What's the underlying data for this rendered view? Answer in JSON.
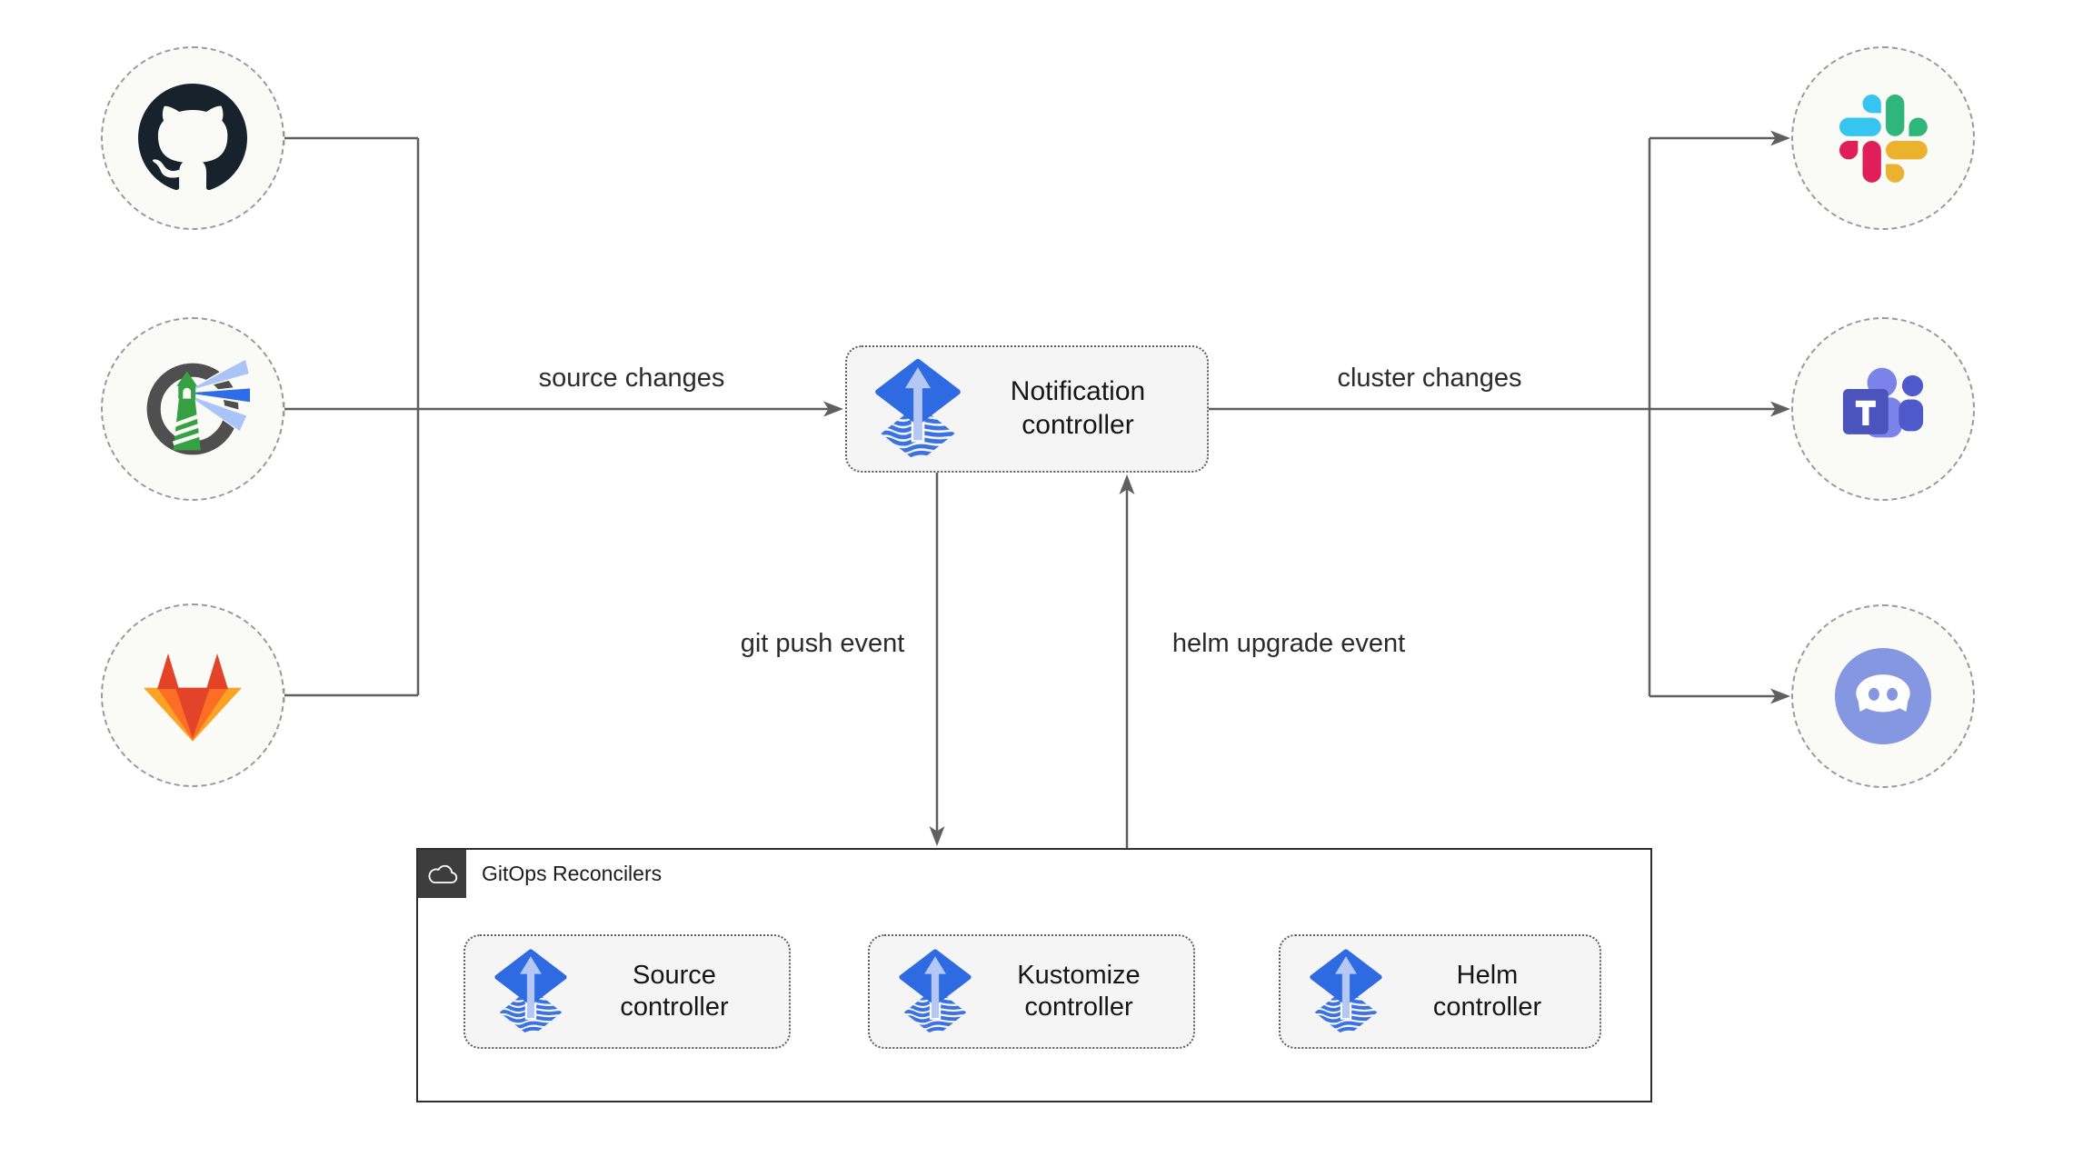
{
  "diagram": {
    "title_hint": "Flux notification controller event flow",
    "sources": [
      {
        "id": "github",
        "icon": "github-icon"
      },
      {
        "id": "harbor",
        "icon": "harbor-icon"
      },
      {
        "id": "gitlab",
        "icon": "gitlab-icon"
      }
    ],
    "targets": [
      {
        "id": "slack",
        "icon": "slack-icon"
      },
      {
        "id": "teams",
        "icon": "microsoft-teams-icon"
      },
      {
        "id": "discord",
        "icon": "discord-icon"
      }
    ],
    "notification": {
      "label": "Notification controller"
    },
    "reconcilers": {
      "title": "GitOps Reconcilers",
      "nodes": [
        {
          "label": "Source controller"
        },
        {
          "label": "Kustomize controller"
        },
        {
          "label": "Helm controller"
        }
      ]
    },
    "edges": {
      "source_changes": "source changes",
      "cluster_changes": "cluster changes",
      "git_push": "git push event",
      "helm_upgrade": "helm upgrade event"
    },
    "colors": {
      "line": "#5f5f5f",
      "node_fill": "#f5f5f5",
      "node_border": "#5d5d5d",
      "circle_fill": "#fafaf7",
      "circle_border": "#9a9a9a",
      "container_border": "#2e2e2e",
      "container_header_bg": "#3d3d3d",
      "flux_blue": "#2e6ae2",
      "flux_arrow": "#b5c7f4",
      "github_dark": "#17222d",
      "harbor_green": "#36a143",
      "gitlab_red": "#e24329",
      "gitlab_orange": "#fc6d26",
      "gitlab_yellow": "#fca326",
      "slack_blue": "#36c5f0",
      "slack_green": "#2eb67d",
      "slack_red": "#e01e5a",
      "slack_yellow": "#ecb22e",
      "teams_light": "#7b83eb",
      "teams_dark": "#5059c9",
      "teams_square": "#4b53bc",
      "discord_blurple": "#8697e2"
    }
  }
}
